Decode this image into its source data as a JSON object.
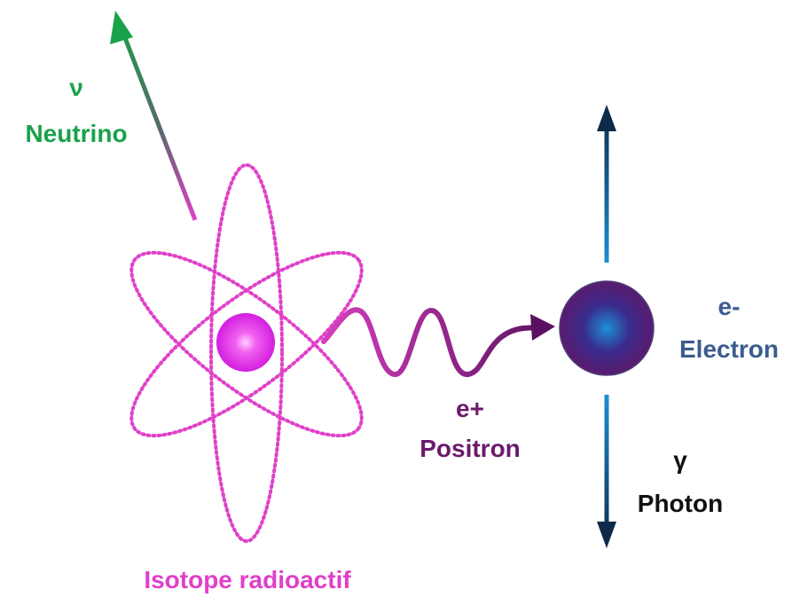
{
  "neutrino": {
    "symbol": "ν",
    "name": "Neutrino"
  },
  "positron": {
    "symbol": "e+",
    "name": "Positron"
  },
  "electron": {
    "symbol": "e-",
    "name": "Electron"
  },
  "photon": {
    "symbol": "γ",
    "name": "Photon"
  },
  "isotope": {
    "label": "Isotope radioactif"
  },
  "colors": {
    "neutrino": "#1aa14a",
    "orbit": "#e040c8",
    "nucleus_center": "#ffd0ff",
    "nucleus_edge": "#d41ee0",
    "positron": "#6b1a6b",
    "electron_label": "#3b5c8e",
    "photon_label": "#111111",
    "electron_center": "#1c8fd4",
    "electron_mid": "#3a2b8c",
    "electron_edge": "#5a1b6e",
    "arrow_dark": "#0d2a4a",
    "arrow_light": "#1c8fd4",
    "isotope_label": "#e040c8"
  }
}
